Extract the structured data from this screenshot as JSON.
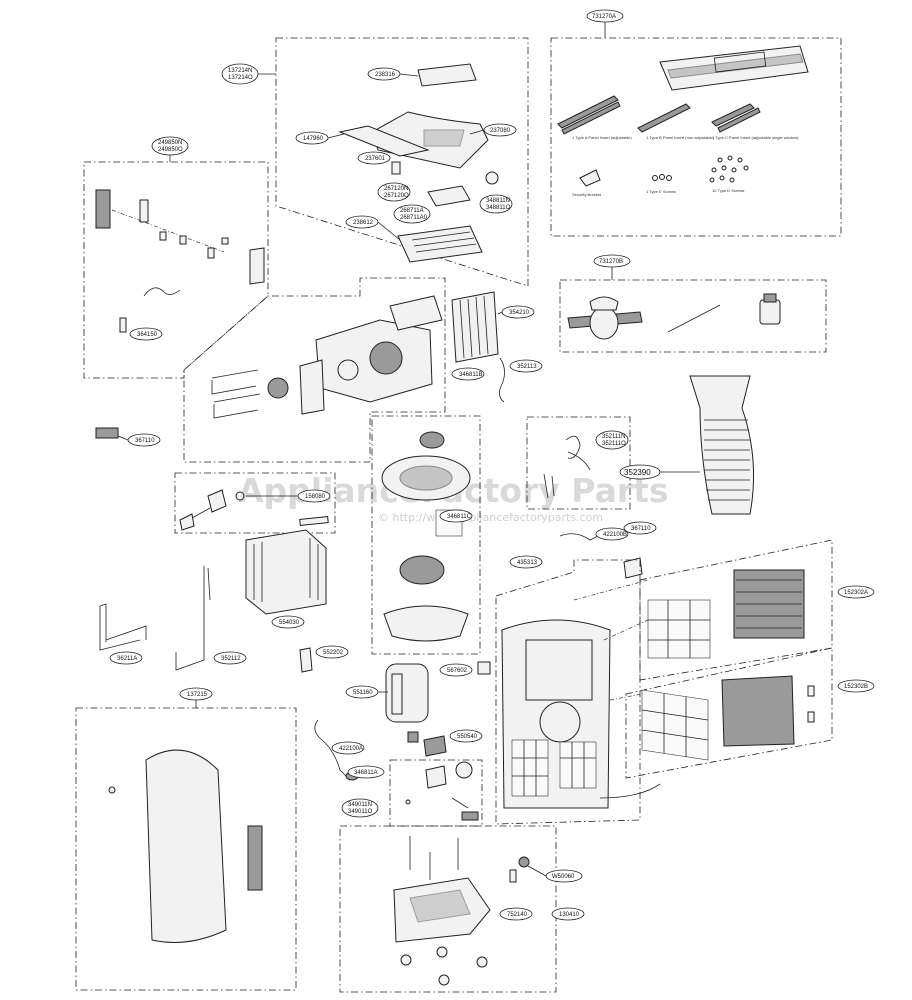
{
  "watermark": {
    "brand": "ApplianceFactory Parts",
    "url": "© http://www.appliancefactoryparts.com"
  },
  "accessory_box": {
    "label": "731270A",
    "captions": [
      "1 Type A Panel Insert (adjustable)",
      "1 Type B Panel Insert (non adjustable)",
      "1 Type C Panel Insert (adjustable single window)",
      "Security Bracket",
      "1 Type E Screws",
      "10 Type D Screws"
    ]
  },
  "accessory_box_2": {
    "label": "731270B"
  },
  "labels": {
    "top_cover_group": "137214N\n137214O",
    "p238316": "238316",
    "p147960": "147960",
    "p237080": "237080",
    "p237601": "237601",
    "p267120": "267120N\n267120O",
    "p348811": "348811N\n348811O",
    "p268711": "268711A\n268711A0",
    "p238612": "238612",
    "control_box": "249850N\n249850O",
    "p364150": "364150",
    "p354210": "354210",
    "p346811b": "346811B",
    "p352113": "352113",
    "p367110a": "367110",
    "p158080": "158080",
    "p346811c": "346811C",
    "p352111": "352111N\n352111O",
    "p352390": "352390",
    "p422100b": "422100B",
    "p367110b": "367110",
    "p435313": "435313",
    "p152302a": "152302A",
    "p152302b": "152302B",
    "p554030": "554030",
    "p36211a": "36211A",
    "p352112": "352112",
    "p552202": "552202",
    "p551160": "551160",
    "p567602": "567602",
    "p550540": "550540",
    "p137215": "137215",
    "p422100a": "422100A",
    "p346811a": "346811A",
    "p349011": "349011N\n349011O",
    "pw50060": "W50060",
    "p752140": "752140",
    "p130410": "130410"
  },
  "colors": {
    "line": "#222222",
    "background": "#ffffff",
    "watermark": "#d9d9d9"
  }
}
